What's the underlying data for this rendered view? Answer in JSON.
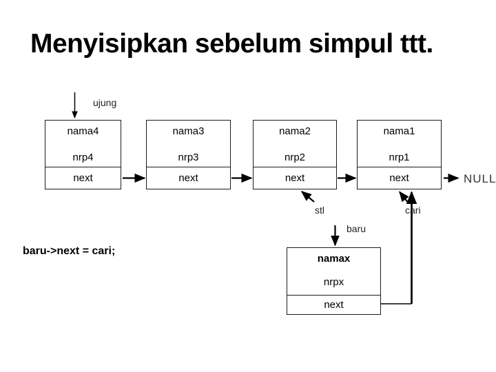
{
  "slide": {
    "title": "Menyisipkan sebelum simpul ttt.",
    "code_statement": "baru->next = cari;",
    "null_label": "NULL"
  },
  "pointers": {
    "ujung": "ujung",
    "stl": "stl",
    "cari": "cari",
    "baru": "baru"
  },
  "nodes": [
    {
      "name": "nama4",
      "nrp": "nrp4",
      "next": "next"
    },
    {
      "name": "nama3",
      "nrp": "nrp3",
      "next": "next"
    },
    {
      "name": "nama2",
      "nrp": "nrp2",
      "next": "next"
    },
    {
      "name": "nama1",
      "nrp": "nrp1",
      "next": "next"
    },
    {
      "name": "namax",
      "nrp": "nrpx",
      "next": "next"
    }
  ],
  "colors": {
    "background": "#ffffff",
    "line": "#000000",
    "text": "#000000",
    "null_text": "#333333"
  }
}
